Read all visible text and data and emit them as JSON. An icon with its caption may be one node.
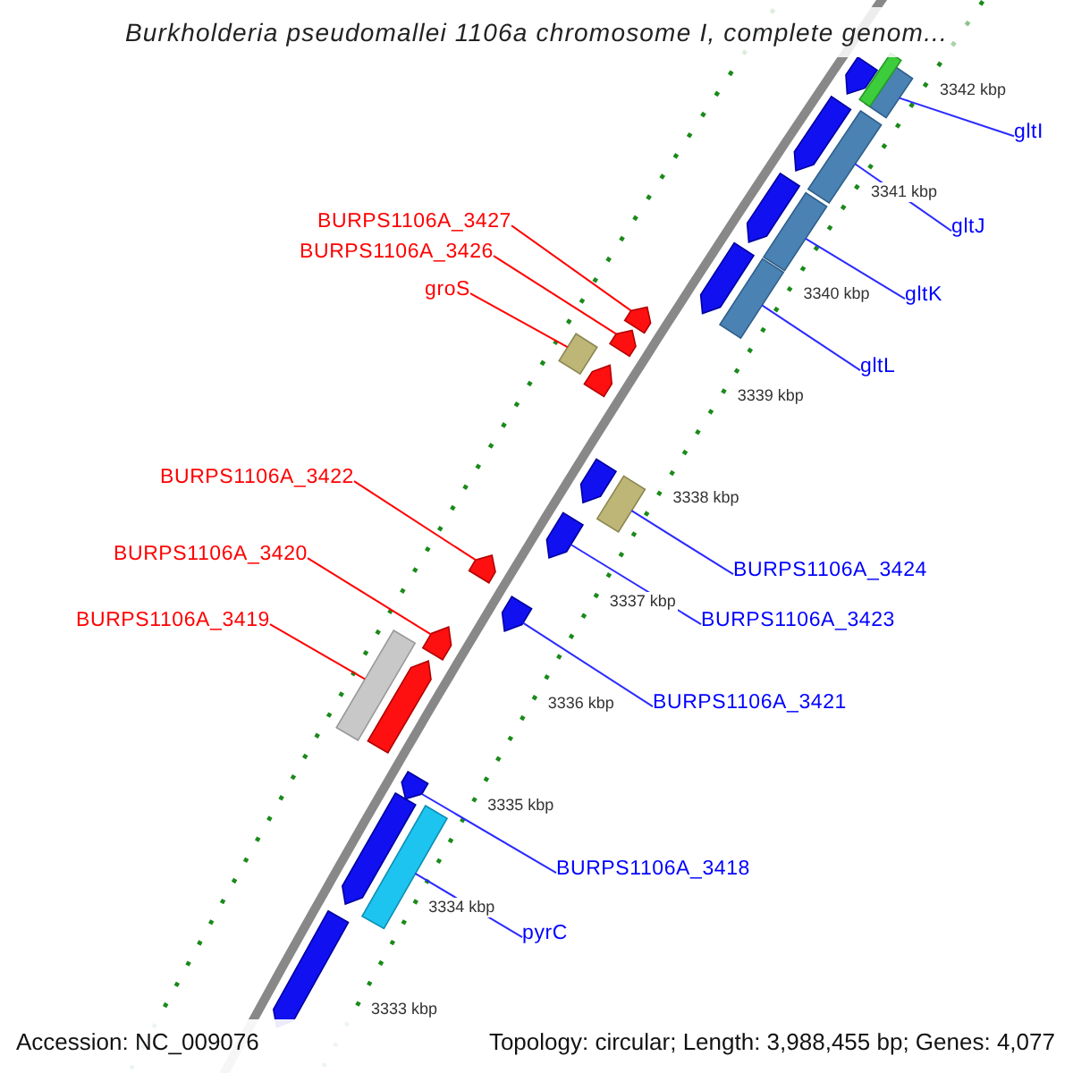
{
  "diagram": {
    "title": "Burkholderia pseudomallei 1106a chromosome I, complete genom...",
    "nodes": [
      {
        "text": [
          "gltI"
        ]
      },
      {
        "text": [
          "BURPS1106A_3427"
        ]
      },
      {
        "text": [
          "gltJ"
        ]
      },
      {
        "text": [
          "BURPS1106A_3426"
        ]
      },
      {
        "text": [
          "groS"
        ]
      },
      {
        "text": [
          "gltK"
        ]
      },
      {
        "text": [
          "gltL"
        ]
      },
      {
        "text": [
          "BURPS1106A_3422"
        ]
      },
      {
        "text": [
          "BURPS1106A_3420"
        ]
      },
      {
        "text": [
          "BURPS1106A_3424"
        ]
      },
      {
        "text": [
          "BURPS1106A_3419"
        ]
      },
      {
        "text": [
          "BURPS1106A_3423"
        ]
      },
      {
        "text": [
          "BURPS1106A_3421"
        ]
      },
      {
        "text": [
          "BURPS1106A_3418"
        ]
      },
      {
        "text": [
          "pyrC"
        ]
      },
      {
        "text": [],
        "shape": "bar"
      },
      {
        "text": [],
        "shape": "pentagon"
      },
      {
        "text": [],
        "shape": "bar"
      },
      {
        "text": [],
        "shape": "bar"
      },
      {
        "text": [],
        "shape": "pentagon"
      },
      {
        "text": [],
        "shape": "bar"
      },
      {
        "text": [],
        "shape": "pentagon"
      },
      {
        "text": [],
        "shape": "bar"
      },
      {
        "text": [],
        "shape": "pentagon"
      },
      {
        "text": [],
        "shape": "pentagon"
      },
      {
        "text": [],
        "shape": "pentagon"
      },
      {
        "text": [],
        "shape": "bar"
      },
      {
        "text": [],
        "shape": "pentagon"
      },
      {
        "text": [],
        "shape": "pentagon"
      },
      {
        "text": [],
        "shape": "bar"
      },
      {
        "text": [],
        "shape": "pentagon"
      },
      {
        "text": [],
        "shape": "pentagon"
      },
      {
        "text": [],
        "shape": "pentagon"
      },
      {
        "text": [],
        "shape": "pentagon"
      },
      {
        "text": [],
        "shape": "bar"
      },
      {
        "text": [],
        "shape": "pentagon"
      },
      {
        "text": [],
        "shape": "pentagon"
      },
      {
        "text": [],
        "shape": "pentagon"
      },
      {
        "text": [],
        "shape": "bar"
      },
      {
        "text": [],
        "shape": "pentagon"
      }
    ],
    "edges": [
      {
        "from": 0,
        "to": 15,
        "arrow": "none"
      },
      {
        "from": 1,
        "to": 24,
        "arrow": "none",
        "color": "#ff0000"
      },
      {
        "from": 2,
        "to": 18,
        "arrow": "none"
      },
      {
        "from": 3,
        "to": 25,
        "arrow": "none",
        "color": "#ff0000"
      },
      {
        "from": 4,
        "to": 26,
        "arrow": "none",
        "color": "#ff0000"
      },
      {
        "from": 5,
        "to": 20,
        "arrow": "none"
      },
      {
        "from": 6,
        "to": 22,
        "arrow": "none"
      },
      {
        "from": 7,
        "to": 31,
        "arrow": "none",
        "color": "#ff0000"
      },
      {
        "from": 8,
        "to": 33,
        "arrow": "none",
        "color": "#ff0000"
      },
      {
        "from": 9,
        "to": 29,
        "arrow": "none"
      },
      {
        "from": 10,
        "to": 34,
        "arrow": "none",
        "color": "#ff0000"
      },
      {
        "from": 11,
        "to": 30,
        "arrow": "none"
      },
      {
        "from": 12,
        "to": 32,
        "arrow": "none"
      },
      {
        "from": 13,
        "to": 36,
        "arrow": "none"
      },
      {
        "from": 14,
        "to": 38,
        "arrow": "none"
      }
    ],
    "labels": [
      "3342 kbp",
      "3341 kbp",
      "3340 kbp",
      "3339 kbp",
      "3338 kbp",
      "3337 kbp",
      "3336 kbp",
      "3335 kbp",
      "3334 kbp",
      "3333 kbp",
      "Accession: NC_009076",
      "Topology: circular; Length: 3,988,455 bp; Genes: 4,077"
    ]
  }
}
